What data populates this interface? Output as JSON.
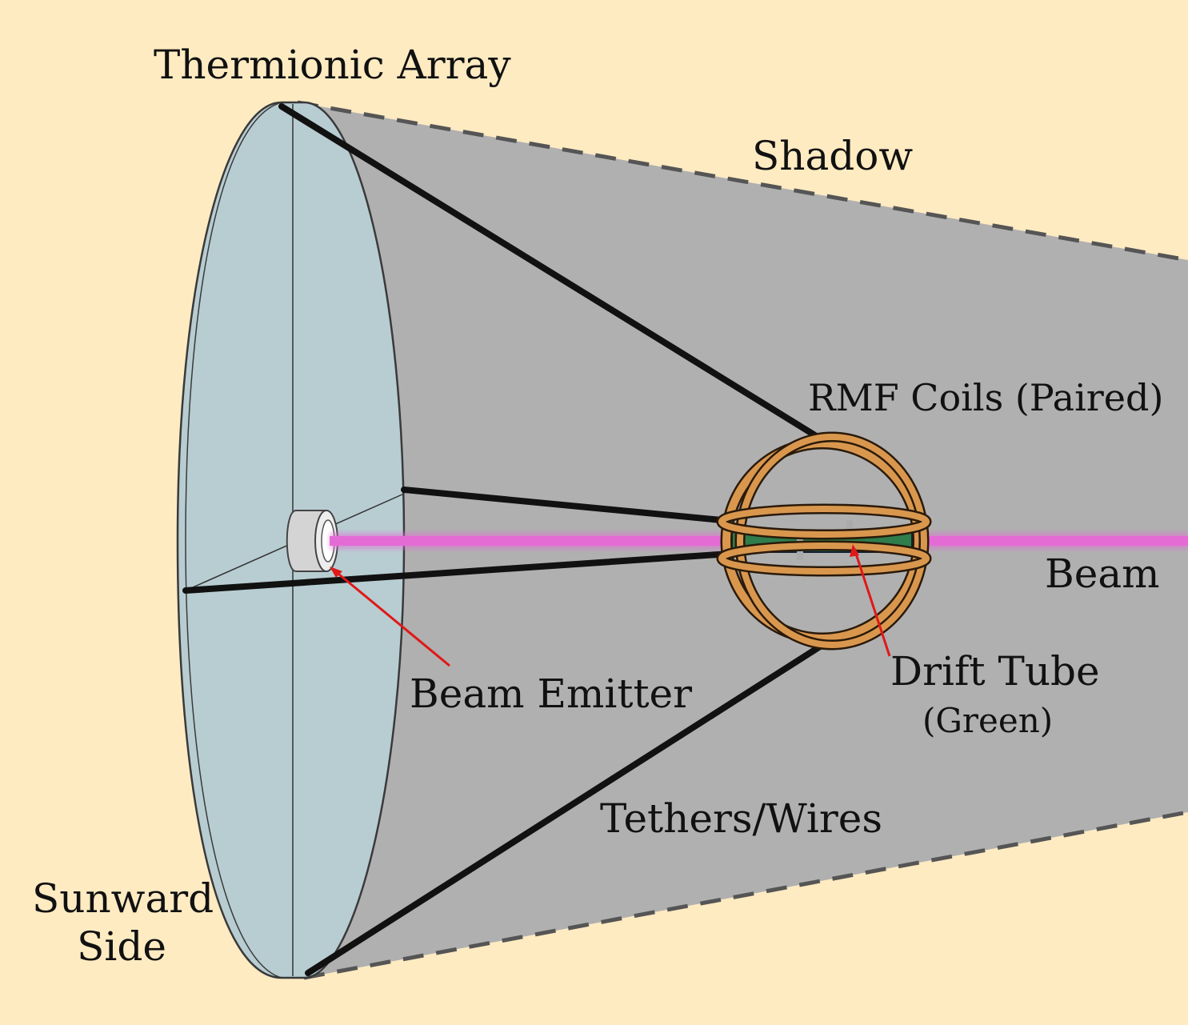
{
  "labels": {
    "thermionic_array": "Thermionic Array",
    "shadow": "Shadow",
    "rmf_coils": "RMF Coils (Paired)",
    "beam": "Beam",
    "beam_emitter": "Beam Emitter",
    "drift_tube": "Drift Tube",
    "drift_tube_note": "(Green)",
    "tethers": "Tethers/Wires",
    "sunward_line1": "Sunward",
    "sunward_line2": "Side"
  },
  "colors": {
    "background": "#FFEBC2",
    "shadow": "#B0B0B0",
    "shadow_edge": "#555555",
    "array_disc": "#B8CDD2",
    "tether": "#111111",
    "beam": "#E46BD6",
    "coil": "#D9974E",
    "drift_tube": "#2E7D4A",
    "pointer": "#E01818"
  }
}
